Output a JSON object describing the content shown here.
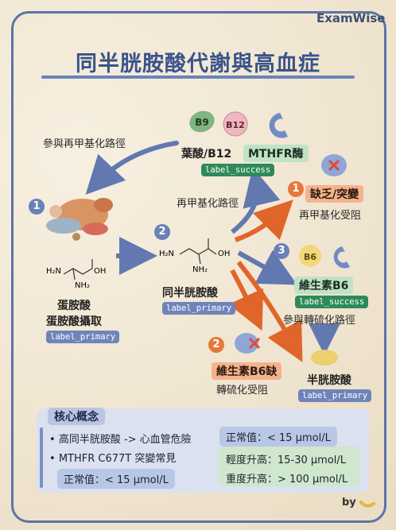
{
  "brand": "ExamWise",
  "title": "同半胱胺酸代謝與高血症",
  "top_label": "參與再甲基化路徑",
  "vitamins_top": {
    "b9": "B9",
    "b12": "B12",
    "label": "葉酸/B12",
    "enzyme": "MTHFR酶",
    "tag": "label_success"
  },
  "remethyl_label": "再甲基化路徑",
  "step1": {
    "num": "1",
    "chem_nh2": "NH₂",
    "chem_h2n": "H₂N",
    "chem_oh": "OH",
    "name": "蛋胺酸",
    "intake": "蛋胺酸攝取",
    "tag": "label_primary"
  },
  "step2": {
    "num": "2",
    "chem_h2n": "H₂N",
    "chem_nh2": "NH₂",
    "chem_oh": "OH",
    "name": "同半胱胺酸",
    "tag": "label_primary"
  },
  "branch1": {
    "num": "1",
    "tag": "缺乏/突變",
    "sub": "再甲基化受阻"
  },
  "branch3": {
    "num": "3",
    "b6": "B6",
    "tag": "維生素B6",
    "pill": "label_success",
    "sub": "參與轉硫化路徑"
  },
  "branch2": {
    "num": "2",
    "tag": "維生素B6缺",
    "sub": "轉硫化受阻"
  },
  "product": {
    "name": "半胱胺酸",
    "tag": "label_primary"
  },
  "core": {
    "heading": "核心概念",
    "bullets": [
      "高同半胱胺酸 -> 心血管危險",
      "MTHFR C677T 突變常見"
    ],
    "normal_left": "正常值：< 15 μmol/L",
    "normal_right": "正常值：< 15 μmol/L",
    "mild": "輕度升高：15-30 μmol/L",
    "severe": "重度升高：> 100 μmol/L"
  },
  "by": "by",
  "colors": {
    "frame": "#5b74a8",
    "arrow_blue": "#6179b0",
    "arrow_orange": "#e0652a",
    "green": "#2e8a5a"
  }
}
